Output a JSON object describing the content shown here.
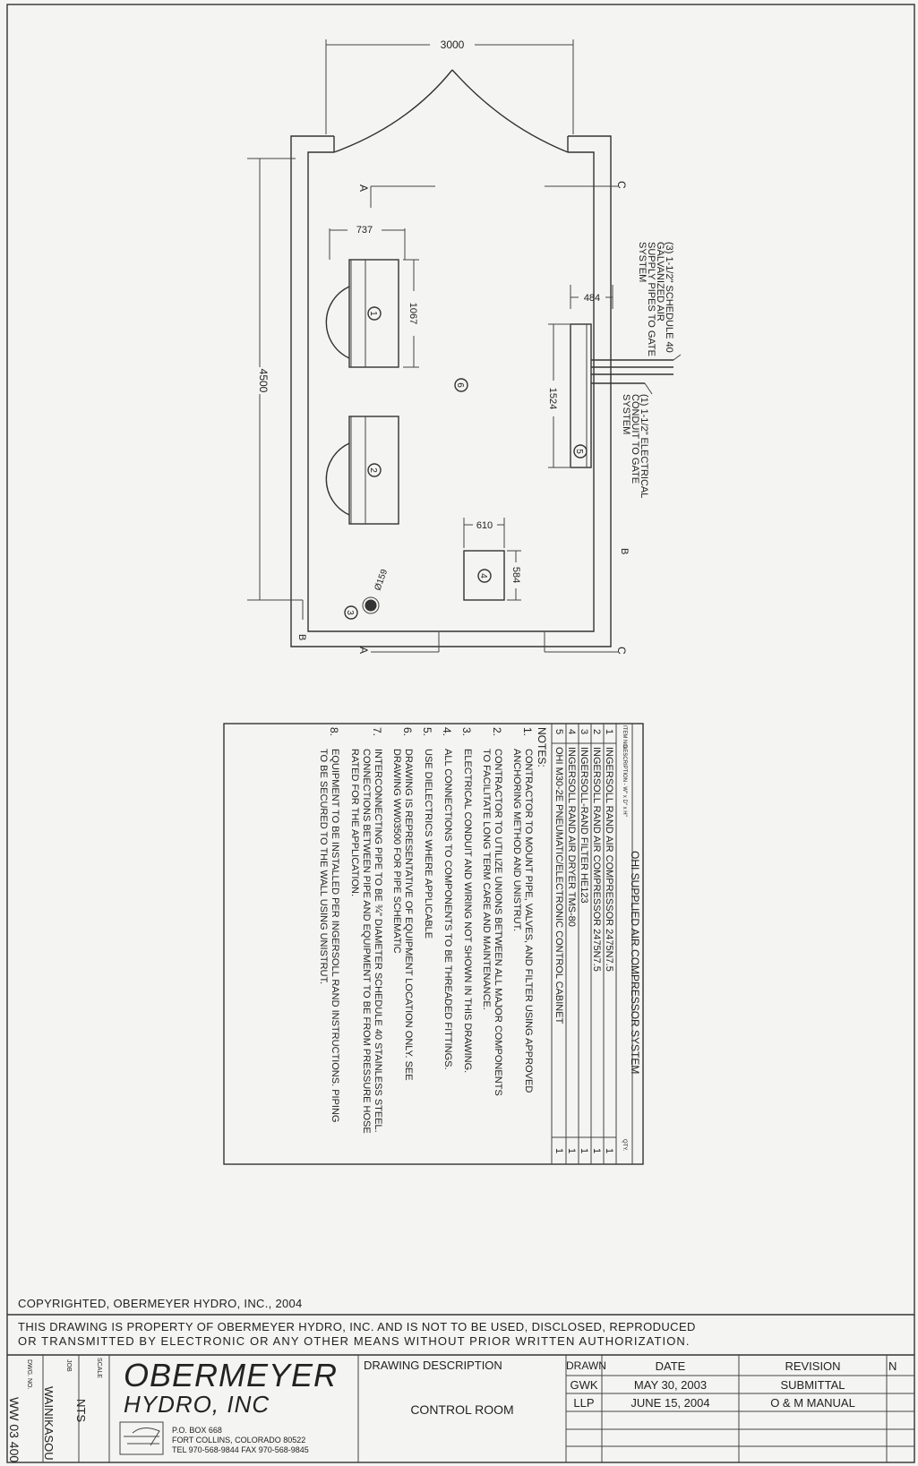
{
  "drawing": {
    "dims": {
      "width": "3000",
      "height": "4500",
      "d737": "737",
      "d1067": "1067",
      "d484": "484",
      "d1524": "1524",
      "d610": "610",
      "d584": "584",
      "d159": "Ø159"
    },
    "section_labels": [
      "A",
      "B",
      "C"
    ],
    "item_numbers": [
      "1",
      "2",
      "3",
      "4",
      "5",
      "6"
    ],
    "callouts": {
      "air_pipes": [
        "(3) 1-1/2\" SCHEDULE 40",
        "GALVANIZED AIR",
        "SUPPLY PIPES TO GATE",
        "SYSTEM"
      ],
      "conduit": [
        "(1) 1-1/2\" ELECTRICAL",
        "CONDUIT TO GATE",
        "SYSTEM"
      ]
    }
  },
  "bom": {
    "title": "OHI SUPPLIED AIR COMPRESSOR SYSTEM",
    "header_item": "ITEM NO.",
    "header_desc": "DESCRIPTION - W\" x D\" x H\"",
    "header_qty": "QTY.",
    "rows": [
      {
        "no": "1",
        "desc": "INGERSOLL RAND AIR COMPRESSOR 2475N7.5",
        "qty": "1"
      },
      {
        "no": "2",
        "desc": "INGERSOLL RAND AIR COMPRESSOR 2475N7.5",
        "qty": "1"
      },
      {
        "no": "3",
        "desc": "INGERSOLL-RAND FILTER HE123",
        "qty": "1"
      },
      {
        "no": "4",
        "desc": "INGERSOLL RAND AIR DRYER TMS-80",
        "qty": "1"
      },
      {
        "no": "5",
        "desc": "OHI M30-2E PNEUMATIC/ELECTRONIC CONTROL CABINET",
        "qty": "1"
      }
    ]
  },
  "notes": {
    "heading": "NOTES:",
    "items": [
      {
        "n": "1.",
        "lines": [
          "CONTRACTOR TO MOUNT PIPE, VALVES, AND FILTER USING APPROVED",
          "ANCHORING METHOD AND UNISTRUT."
        ]
      },
      {
        "n": "2.",
        "lines": [
          "CONTRACTOR TO UTILIZE UNIONS BETWEEN ALL MAJOR COMPONENTS",
          "TO FACILITATE LONG TERM CARE AND MAINTENANCE."
        ]
      },
      {
        "n": "3.",
        "lines": [
          "ELECTRICAL CONDUIT AND WIRING NOT SHOWN IN THIS DRAWING."
        ]
      },
      {
        "n": "4.",
        "lines": [
          "ALL CONNECTIONS TO COMPONENTS TO BE THREADED FITTINGS."
        ]
      },
      {
        "n": "5.",
        "lines": [
          "USE DIELECTRICS WHERE APPLICABLE"
        ]
      },
      {
        "n": "6.",
        "lines": [
          "DRAWING IS REPRESENTATIVE OF EQUIPMENT LOCATION ONLY.  SEE",
          "DRAWING WW03500 FOR PIPE SCHEMATIC"
        ]
      },
      {
        "n": "7.",
        "lines": [
          "INTERCONNECTING PIPE TO BE ¾\" DIAMETER SCHEDULE 40 STAINLESS STEEL.",
          "CONNECTIONS BETWEEN PIPE AND EQUIPMENT TO BE FROM PRESSURE HOSE",
          "RATED FOR THE APPLICATION."
        ]
      },
      {
        "n": "8.",
        "lines": [
          "EQUIPMENT TO BE INSTALLED PER INGERSOLL RAND INSTRUCTIONS.  PIPING",
          "TO BE SECURED TO THE WALL USING UNISTRUT."
        ]
      }
    ]
  },
  "title_block": {
    "copyright": "COPYRIGHTED, OBERMEYER HYDRO, INC., 2004",
    "property_line1": "THIS DRAWING IS PROPERTY OF OBERMEYER HYDRO, INC. AND IS NOT TO BE USED, DISCLOSED, REPRODUCED",
    "property_line2": "OR TRANSMITTED BY ELECTRONIC OR ANY OTHER MEANS WITHOUT PRIOR WRITTEN AUTHORIZATION.",
    "dwg_no_label": "DWG. NO.",
    "dwg_no": "WW 03 400",
    "job_label": "JOB",
    "job": "WAINIKASOU",
    "scale_label": "SCALE",
    "scale": "NTS",
    "company1": "OBERMEYER",
    "company2": "HYDRO, INC",
    "address1": "P.O. BOX 668",
    "address2": "FORT COLLINS, COLORADO 80522",
    "address3": "TEL 970-568-9844   FAX 970-568-9845",
    "desc_label": "DRAWING DESCRIPTION",
    "desc": "CONTROL ROOM",
    "drawn_label": "DRAWN",
    "date_label": "DATE",
    "revision_label": "REVISION",
    "no_label": "N",
    "revisions": [
      {
        "drawn": "GWK",
        "date": "MAY 30, 2003",
        "revision": "SUBMITTAL"
      },
      {
        "drawn": "LLP",
        "date": "JUNE 15, 2004",
        "revision": "O & M MANUAL"
      }
    ]
  }
}
